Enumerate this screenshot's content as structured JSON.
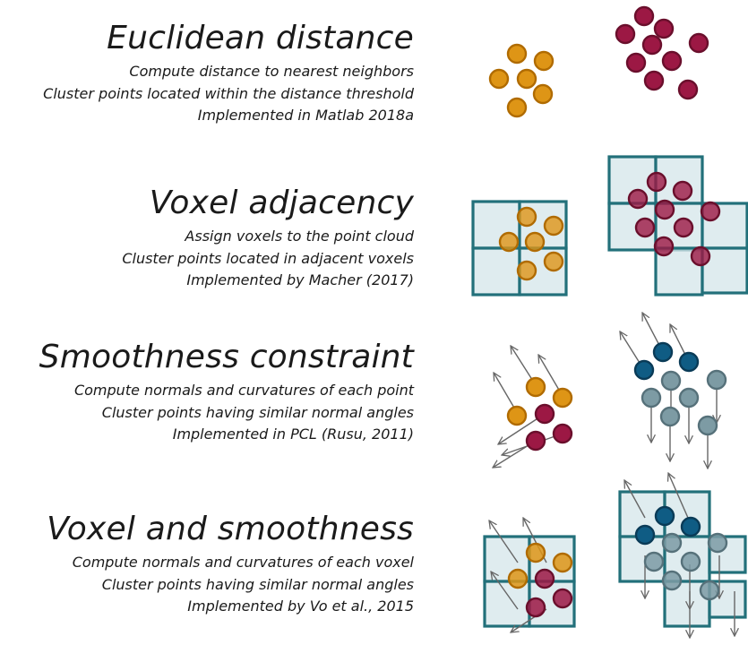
{
  "methods": [
    {
      "title": "Euclidean distance",
      "lines": [
        "Compute distance to nearest neighbors",
        "Cluster points located within the distance threshold",
        "Implemented in Matlab 2018a"
      ]
    },
    {
      "title": "Voxel adjacency",
      "lines": [
        "Assign voxels to the point cloud",
        "Cluster points located in adjacent voxels",
        "Implemented by Macher (2017)"
      ]
    },
    {
      "title": "Smoothness constraint",
      "lines": [
        "Compute normals and curvatures of each point",
        "Cluster points having similar normal angles",
        "Implemented in PCL (Rusu, 2011)"
      ]
    },
    {
      "title": "Voxel and smoothness",
      "lines": [
        "Compute normals and curvatures of each voxel",
        "Cluster points having similar normal angles",
        "Implemented by Vo et al., 2015"
      ]
    }
  ],
  "colors": {
    "orange": "#de9516",
    "orange_edge": "#b06b00",
    "crimson": "#9c1844",
    "crimson_edge": "#6a0f2c",
    "navy": "#0f5c84",
    "navy_edge": "#0a3b57",
    "grey": "#7d9ba4",
    "grey_edge": "#56717a",
    "voxel_fill": "#d4e6ea",
    "voxel_edge": "#22707a",
    "arrow": "#666666"
  }
}
